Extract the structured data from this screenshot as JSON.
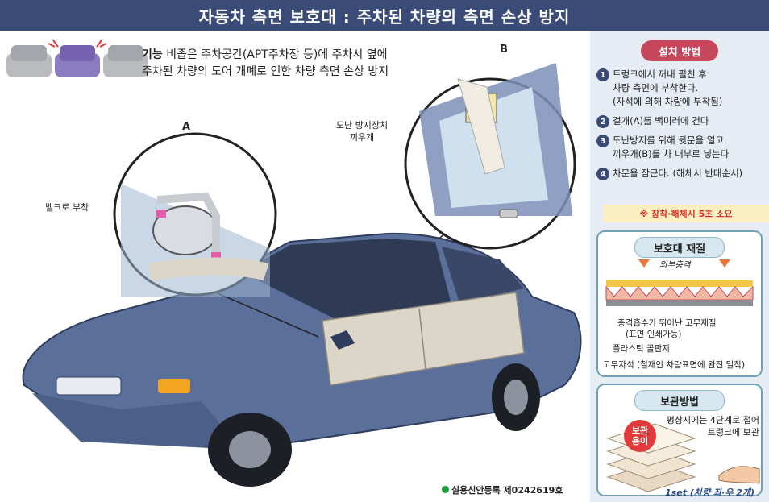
{
  "title": "자동차 측면 보호대 : 주차된 차량의 측면 손상 방지",
  "function": {
    "label": "기능",
    "line1": "비좁은 주차공간(APT주차장 등)에 주차시 옆에",
    "line2": "주차된 차량의 도어 개폐로 인한 차량 측면 손상 방지"
  },
  "callouts": {
    "a_letter": "A",
    "b_letter": "B",
    "velcro": "벨크로 부착",
    "anti_theft_line1": "도난 방지장치",
    "anti_theft_line2": "끼우개"
  },
  "install": {
    "heading": "설치 방법",
    "steps": [
      {
        "num": "1",
        "text": "트렁크에서 꺼내 펼친 후\n차량 측면에 부착한다.\n(자석에 의해 차량에 부착됨)"
      },
      {
        "num": "2",
        "text": "걸개(A)를 백미러에 건다"
      },
      {
        "num": "3",
        "text": "도난방지를 위해 뒷문을 열고\n끼우개(B)를 차 내부로 넣는다"
      },
      {
        "num": "4",
        "text": "차문을 잠근다. (해체시 반대순서)"
      }
    ],
    "note": "※ 장착·해체시 5초 소요"
  },
  "material": {
    "heading": "보호대 재질",
    "impact": "외부충격",
    "layer1_line1": "충격흡수가 뛰어난 고무재질",
    "layer1_line2": "(표면 인쇄가능)",
    "layer2": "플라스틱 골판지",
    "layer3": "고무자석 (철재인 차량표면에 완전 밀착)"
  },
  "storage": {
    "heading": "보관방법",
    "description": "평상시에는 4단계로 접어\n트렁크에 보관",
    "badge": "보관\n용이",
    "set": "1set (차량 좌·우 2개)"
  },
  "registration": "실용신안등록  제0242619호",
  "colors": {
    "title_bg": "#3b4b78",
    "accent_red": "#c4475c",
    "car_body": "#5a6f99",
    "pad": "#dcd6c8",
    "panel_bg": "#e6ecf3"
  }
}
